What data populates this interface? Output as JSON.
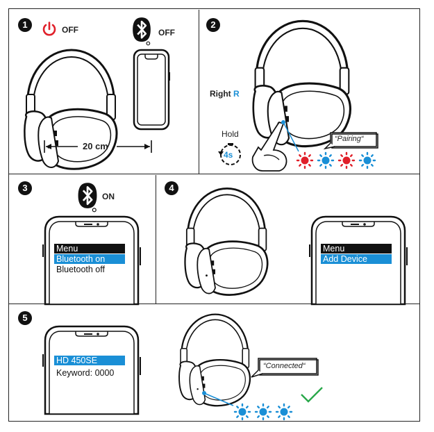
{
  "step1": {
    "number": "1",
    "power_label": "OFF",
    "bt_label": "OFF",
    "distance": "20 cm"
  },
  "step2": {
    "number": "2",
    "side_word": "Right",
    "side_letter": "R",
    "hold_label": "Hold",
    "duration": "4s",
    "callout": "“Pairing“"
  },
  "step3": {
    "number": "3",
    "bt_label": "ON",
    "phone_menu": [
      "Menu",
      "Bluetooth on",
      "Bluetooth off"
    ]
  },
  "step4": {
    "number": "4",
    "phone_menu": [
      "Menu",
      "Add Device"
    ]
  },
  "step5": {
    "number": "5",
    "phone_menu": [
      "HD 450SE",
      "Keyword: 0000"
    ],
    "callout": "“Connected“"
  },
  "colors": {
    "led_red": "#e0202a",
    "led_blue": "#1a8fd6",
    "check_green": "#2aa84a",
    "menu_dark": "#111111",
    "menu_highlight": "#1a8fd6"
  },
  "icons": [
    "power-icon",
    "bluetooth-icon",
    "headphones-icon",
    "phone-icon",
    "hand-icon",
    "timer-icon",
    "led-indicator-icon",
    "check-icon"
  ]
}
